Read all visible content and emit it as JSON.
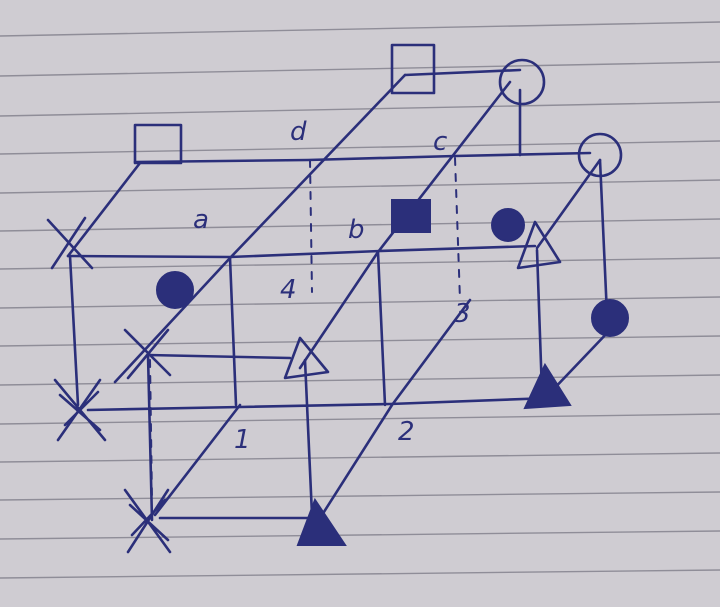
{
  "page": {
    "background": "#c9c6cc",
    "ink": "#2b2f7a",
    "rule_color": "#8f8d98"
  },
  "labels": {
    "a": "a",
    "b": "b",
    "c": "c",
    "d": "d",
    "n1": "1",
    "n2": "2",
    "n3": "3",
    "n4": "4"
  },
  "markers": [
    {
      "symbol": "cross",
      "filled": false
    },
    {
      "symbol": "cross",
      "filled": true
    },
    {
      "symbol": "square",
      "filled": false
    },
    {
      "symbol": "square",
      "filled": true
    },
    {
      "symbol": "circle",
      "filled": false
    },
    {
      "symbol": "circle",
      "filled": true
    },
    {
      "symbol": "triangle",
      "filled": false
    },
    {
      "symbol": "triangle",
      "filled": true
    }
  ]
}
